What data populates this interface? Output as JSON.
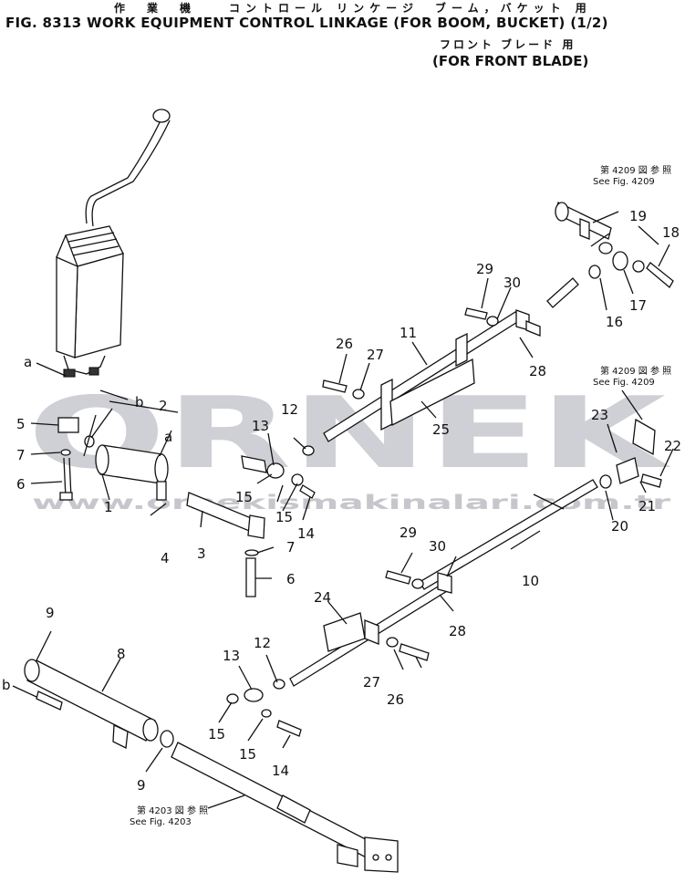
{
  "header": {
    "jp_line1": "作　業　機　　コントロール リンケージ　ブーム，バケット 用",
    "title": "FIG. 8313  WORK EQUIPMENT CONTROL LINKAGE (FOR BOOM, BUCKET) (1/2)",
    "jp_line2": "フロント ブレード 用",
    "subtitle": "(FOR FRONT BLADE)"
  },
  "watermark": {
    "brand": "ORNEK",
    "url": "www.ornekismakinalari.com.tr"
  },
  "references": [
    {
      "jp": "第 4209 図 参 照",
      "en": "See Fig. 4209"
    },
    {
      "jp": "第 4209 図 参 照",
      "en": "See Fig. 4209"
    },
    {
      "jp": "第 4203 図 参 照",
      "en": "See Fig. 4203"
    }
  ],
  "callouts": [
    "a",
    "b",
    "a",
    "b",
    "1",
    "2",
    "3",
    "4",
    "5",
    "6",
    "7",
    "6",
    "7",
    "8",
    "9",
    "9",
    "10",
    "11",
    "12",
    "13",
    "14",
    "15",
    "15",
    "12",
    "13",
    "14",
    "15",
    "15",
    "16",
    "17",
    "18",
    "19",
    "20",
    "21",
    "22",
    "23",
    "24",
    "25",
    "26",
    "27",
    "28",
    "29",
    "30",
    "26",
    "27",
    "28",
    "29",
    "30"
  ]
}
